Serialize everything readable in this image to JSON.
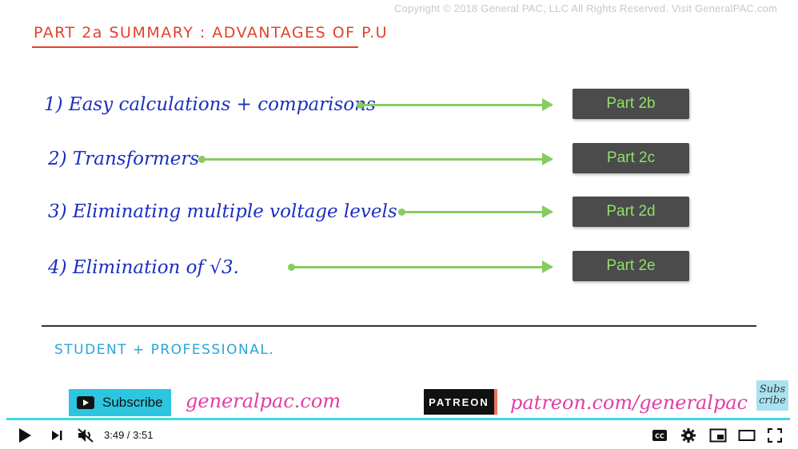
{
  "copyright": "Copyright © 2018 General PAC, LLC All Rights Reserved. Visit GeneralPAC.com",
  "title": "PART 2a SUMMARY : ADVANTAGES OF P.U",
  "items": [
    {
      "text": "1) Easy calculations + comparisons",
      "part": "Part 2b"
    },
    {
      "text": "2) Transformers",
      "part": "Part 2c"
    },
    {
      "text": "3) Eliminating multiple voltage levels",
      "part": "Part 2d"
    },
    {
      "text": "4) Elimination of √3.",
      "part": "Part 2e"
    }
  ],
  "footer": {
    "student": "STUDENT + PROFESSIONAL.",
    "subscribe_label": "Subscribe",
    "website": "generalpac.com",
    "patreon_label": "PATREON",
    "patreon_url": "patreon.com/generalpac",
    "subs_badge": "Subs cribe"
  },
  "player": {
    "time": "3:49 / 3:51",
    "progress": 0.991
  },
  "colors": {
    "title": "#e2412e",
    "handwriting": "#1a2fbf",
    "arrow": "#86cc62",
    "button_bg": "#4b4b4b",
    "button_text": "#8ee06a",
    "student": "#2aa3d8",
    "pink": "#e03fa4",
    "progress": "#3fd8e8"
  }
}
